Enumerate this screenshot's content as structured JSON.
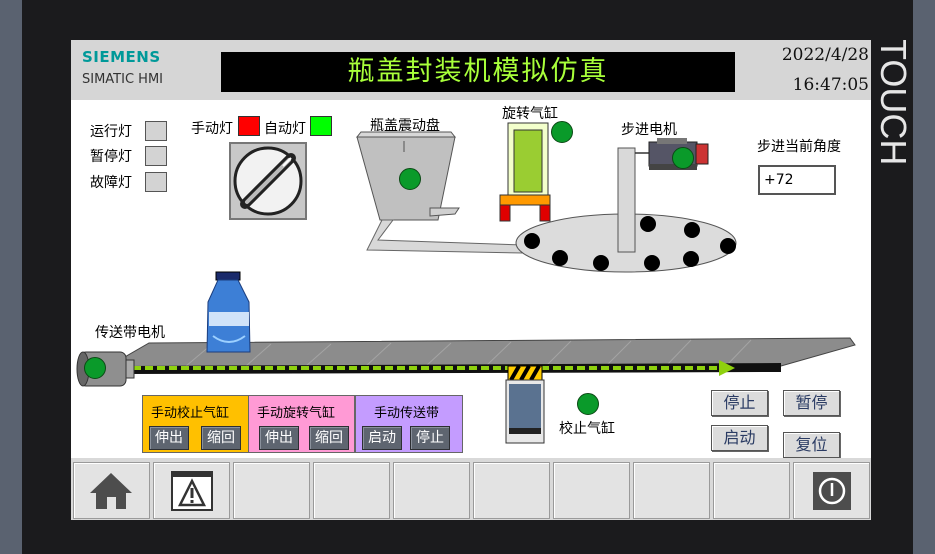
{
  "brand": {
    "line1": "SIEMENS",
    "line2": "SIMATIC HMI"
  },
  "bezel_text": "TOUCH",
  "header": {
    "title": "瓶盖封装机模拟仿真",
    "date": "2022/4/28",
    "time": "16:47:05"
  },
  "status_lamps": [
    {
      "label": "运行灯"
    },
    {
      "label": "暂停灯"
    },
    {
      "label": "故障灯"
    }
  ],
  "mode": {
    "manual_label": "手动灯",
    "auto_label": "自动灯",
    "manual_color": "#ff0000",
    "auto_color": "#00ff00"
  },
  "labels": {
    "vibration_disk": "瓶盖震动盘",
    "rotary_cylinder": "旋转气缸",
    "stepper_motor": "步进电机",
    "stepper_angle": "步进当前角度",
    "conveyor_motor": "传送带电机",
    "correction_cylinder": "校止气缸"
  },
  "stepper_angle_value": "+72",
  "panels": [
    {
      "title": "手动校止气缸",
      "btn1": "伸出",
      "btn2": "缩回",
      "color": "#ffc000"
    },
    {
      "title": "手动旋转气缸",
      "btn1": "伸出",
      "btn2": "缩回",
      "color": "#ff9ad5"
    },
    {
      "title": "手动传送带",
      "btn1": "启动",
      "btn2": "停止",
      "color": "#c49cff"
    }
  ],
  "controls": {
    "stop": "停止",
    "pause": "暂停",
    "start": "启动",
    "reset": "复位"
  },
  "footer_icons": [
    "home-icon",
    "alarm-icon",
    "power-icon"
  ],
  "colors": {
    "title_text": "#a8ff3a",
    "indicator_green": "#0a9a2a",
    "conveyor_arrow": "#8fd10e"
  }
}
